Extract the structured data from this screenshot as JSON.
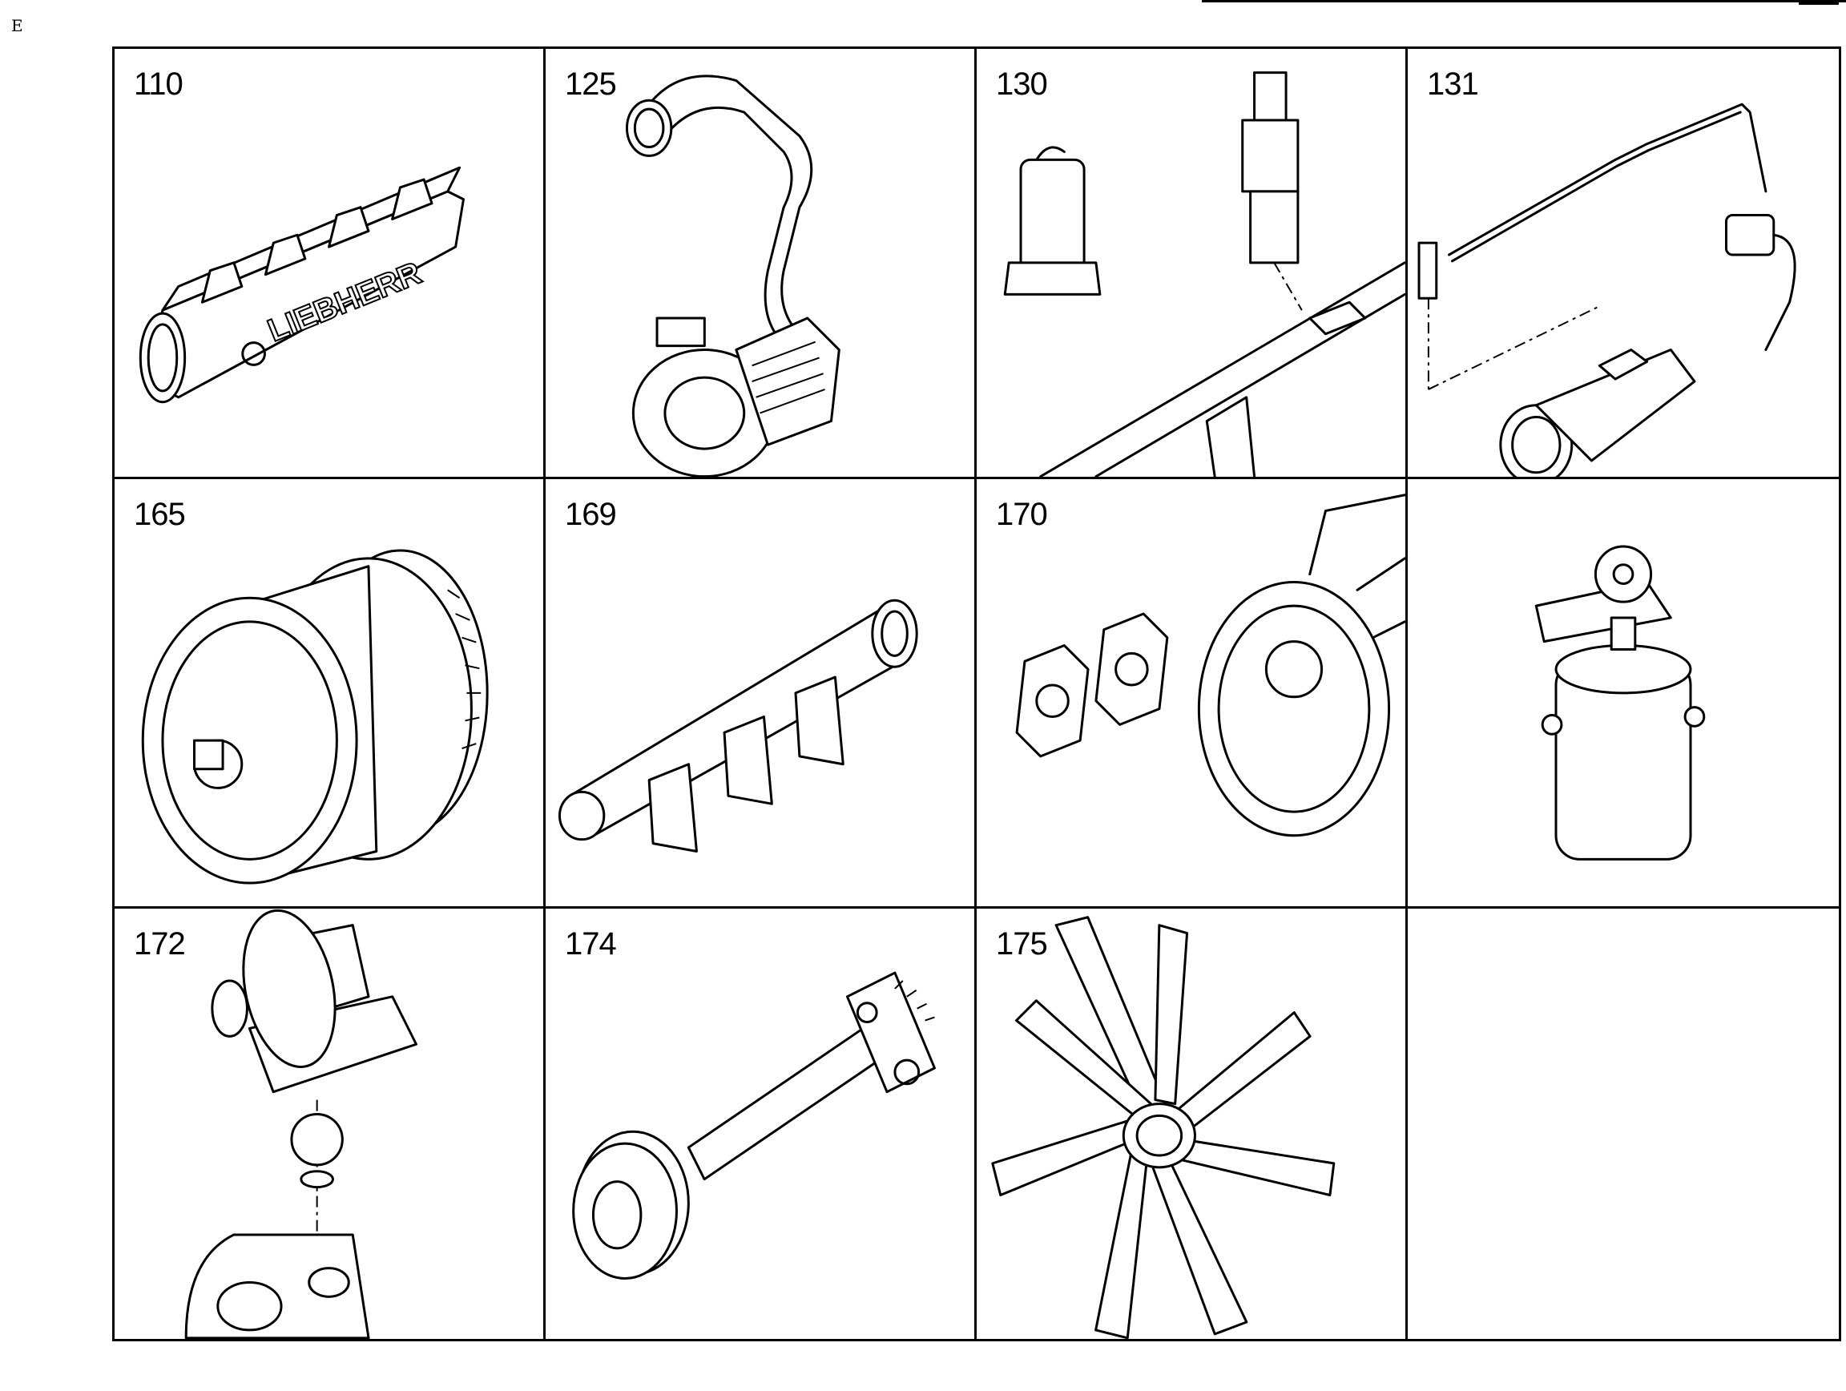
{
  "page": {
    "corner_mark": "E"
  },
  "cells": [
    {
      "number": "110",
      "part_icon": "intake-manifold-icon",
      "logo_text": "LIEBHERR"
    },
    {
      "number": "125",
      "part_icon": "turbocharger-icon"
    },
    {
      "number": "130",
      "part_icon": "glow-plug-icon"
    },
    {
      "number": "131",
      "part_icon": "flame-starter-icon"
    },
    {
      "number": "165",
      "part_icon": "vibration-damper-icon"
    },
    {
      "number": "169",
      "part_icon": "exhaust-manifold-icon"
    },
    {
      "number": "170",
      "part_icon": "flywheel-housing-icon"
    },
    {
      "number": "",
      "part_icon": "oil-filter-icon"
    },
    {
      "number": "172",
      "part_icon": "thermostat-housing-icon"
    },
    {
      "number": "174",
      "part_icon": "drive-shaft-icon"
    },
    {
      "number": "175",
      "part_icon": "fan-icon"
    },
    {
      "number": "",
      "part_icon": ""
    }
  ]
}
